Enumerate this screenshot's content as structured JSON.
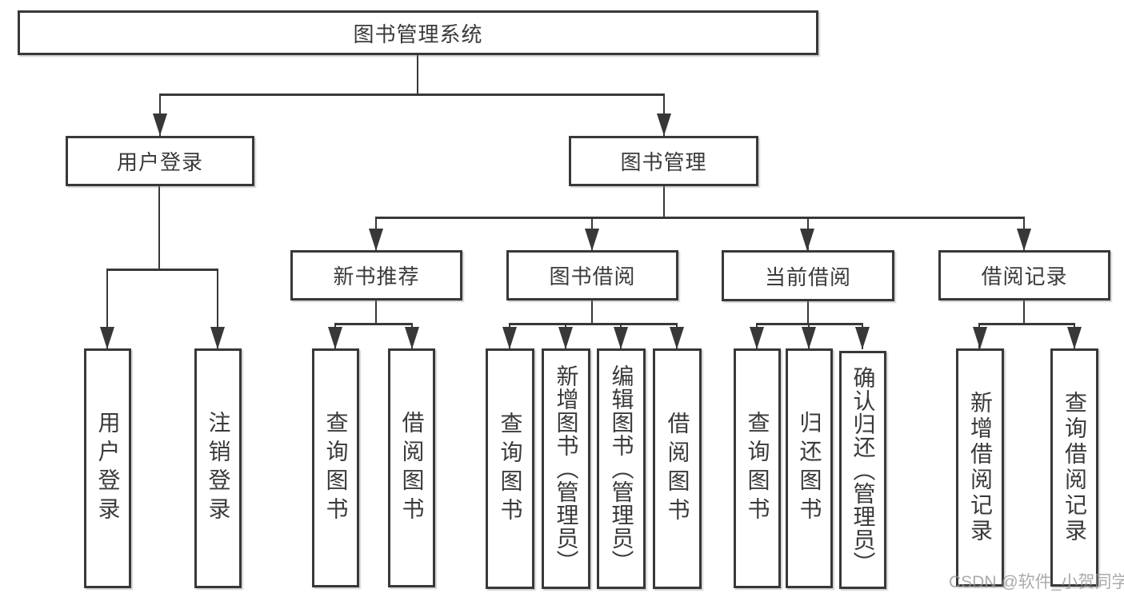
{
  "diagram": {
    "root": "图书管理系统",
    "level2": [
      "用户登录",
      "图书管理"
    ],
    "level3": [
      "新书推荐",
      "图书借阅",
      "当前借阅",
      "借阅记录"
    ],
    "leaves": {
      "login": [
        "用户登录",
        "注销登录"
      ],
      "recommend": [
        "查询图书",
        "借阅图书"
      ],
      "borrow": [
        "查询图书",
        "新增图书（管理员）",
        "编辑图书（管理员）",
        "借阅图书"
      ],
      "current": [
        "查询图书",
        "归还图书",
        "确认归还（管理员）"
      ],
      "records": [
        "新增借阅记录",
        "查询借阅记录"
      ]
    }
  },
  "watermark": "CSDN @软件_小贺同学",
  "colors": {
    "line": "#383838",
    "text": "#3a3a3a",
    "box_fill": "#ffffff",
    "background": "#ffffff",
    "watermark": "#969696"
  }
}
